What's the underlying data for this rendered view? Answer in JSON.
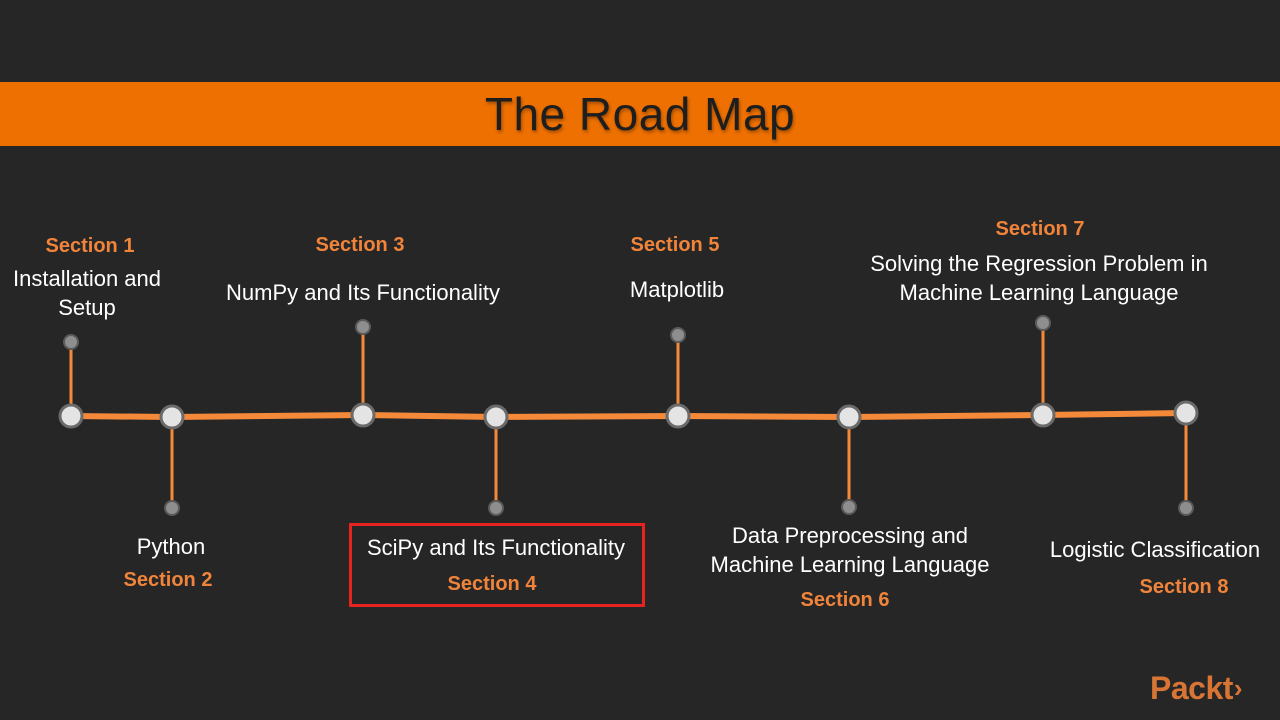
{
  "title": "The Road Map",
  "colors": {
    "background": "#262626",
    "accent": "#ee7000",
    "section_text": "#f0843a",
    "highlight": "#e8231f"
  },
  "sections": [
    {
      "id": 1,
      "section_label": "Section 1",
      "topic": "Installation and\nSetup",
      "position": "above"
    },
    {
      "id": 2,
      "section_label": "Section 2",
      "topic": "Python",
      "position": "below"
    },
    {
      "id": 3,
      "section_label": "Section 3",
      "topic": "NumPy and Its Functionality",
      "position": "above"
    },
    {
      "id": 4,
      "section_label": "Section 4",
      "topic": "SciPy and Its Functionality",
      "position": "below",
      "highlighted": true
    },
    {
      "id": 5,
      "section_label": "Section 5",
      "topic": "Matplotlib",
      "position": "above"
    },
    {
      "id": 6,
      "section_label": "Section 6",
      "topic": "Data Preprocessing and\nMachine Learning Language",
      "position": "below"
    },
    {
      "id": 7,
      "section_label": "Section 7",
      "topic": "Solving the Regression Problem in\nMachine Learning Language",
      "position": "above"
    },
    {
      "id": 8,
      "section_label": "Section 8",
      "topic": "Logistic Classification",
      "position": "below"
    }
  ],
  "logo": {
    "text": "Packt",
    "chevron": "›"
  }
}
